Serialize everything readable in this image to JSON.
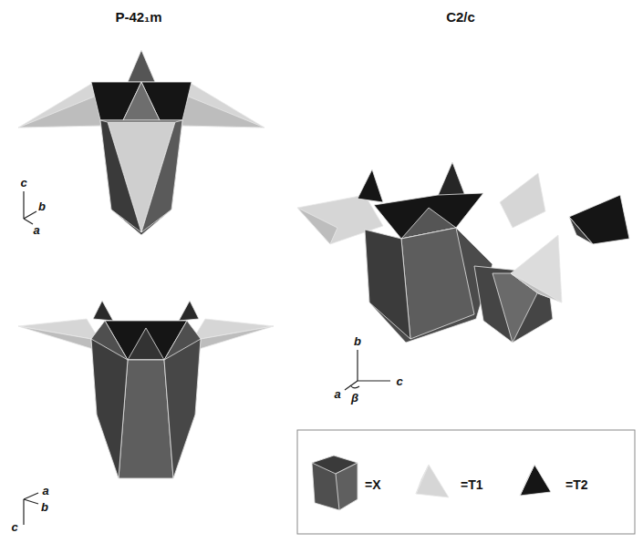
{
  "diagram": {
    "labels": [
      "P-42₁m",
      "C2/c",
      "c",
      "b",
      "a",
      "a",
      "b",
      "c",
      "b",
      "a",
      "β",
      "c"
    ],
    "legend": [
      {
        "text": "=X"
      },
      {
        "text": "=T1"
      },
      {
        "text": "=T2"
      }
    ]
  }
}
